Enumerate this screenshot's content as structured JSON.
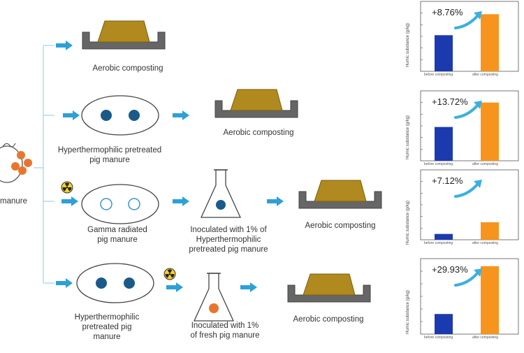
{
  "source": {
    "label": "manure"
  },
  "routes": [
    {
      "steps": [
        "Aerobic composting"
      ]
    },
    {
      "steps": [
        "Hyperthermophilic pretreated\npig manure",
        "Aerobic composting"
      ]
    },
    {
      "steps": [
        "Gamma radiated\npig manure",
        "Inoculated with 1% of\nHyperthermophilic\npretreated pig manure",
        "Aerobic composting"
      ]
    },
    {
      "steps": [
        "Hyperthermophilic\npretreated pig\nmanure",
        "Inoculated with 1%\nof fresh pig manure",
        "Aerobic composting"
      ]
    }
  ],
  "icons": {
    "radiation": "radiation-icon",
    "petri": "petri-dish-icon",
    "flask": "erlenmeyer-flask-icon",
    "compost": "compost-heap-icon",
    "arrow": "arrow-right-icon",
    "trend": "curved-trend-arrow-icon"
  },
  "colors": {
    "arrow": "#2ea0d6",
    "compost": "#b08a1e",
    "tray": "#666666",
    "dot_dark": "#1a5a8a",
    "dot_orange": "#e8762e",
    "bar_before": "#1c3ab0",
    "bar_after": "#f7941d"
  },
  "chart_data": [
    {
      "type": "bar",
      "categories": [
        "before composting",
        "after composting"
      ],
      "values": [
        3.1,
        4.9
      ],
      "ylabel": "Humic substance (g/kg)",
      "annotation": "+8.76%"
    },
    {
      "type": "bar",
      "categories": [
        "before composting",
        "after composting"
      ],
      "values": [
        2.9,
        5.0
      ],
      "ylabel": "Humic substance (g/kg)",
      "annotation": "+13.72%"
    },
    {
      "type": "bar",
      "categories": [
        "before composting",
        "after composting"
      ],
      "values": [
        0.5,
        1.5
      ],
      "ylabel": "Humic substance (g/kg)",
      "annotation": "+7.12%"
    },
    {
      "type": "bar",
      "categories": [
        "before composting",
        "after composting"
      ],
      "values": [
        1.6,
        5.4
      ],
      "ylabel": "Humic substance (g/kg)",
      "annotation": "+29.93%"
    }
  ]
}
